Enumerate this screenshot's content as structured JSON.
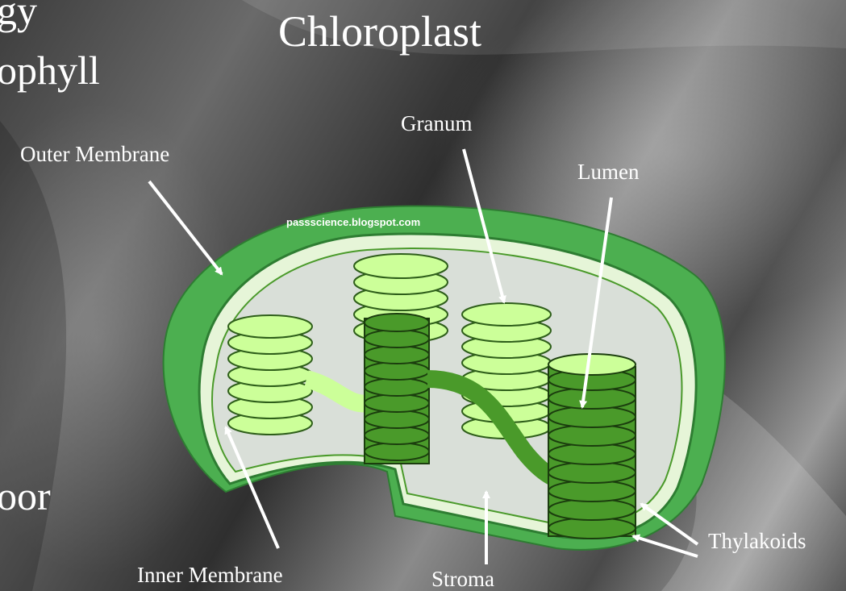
{
  "slide": {
    "title": "Chloroplast",
    "left_text_fragments": [
      "gy",
      "ophyll",
      "oor"
    ]
  },
  "diagram": {
    "watermark": "passscience.blogspot.com",
    "labels": {
      "outer_membrane": "Outer Membrane",
      "granum": "Granum",
      "lumen": "Lumen",
      "thylakoids": "Thylakoids",
      "inner_membrane": "Inner Membrane",
      "stroma": "Stroma"
    }
  },
  "colors": {
    "outer_green": "#4caf50",
    "dark_green": "#2e7d32",
    "light_green": "#ccff99",
    "stroma_gray": "#d9dfd8",
    "stack_dark": "#4a9a2a"
  }
}
